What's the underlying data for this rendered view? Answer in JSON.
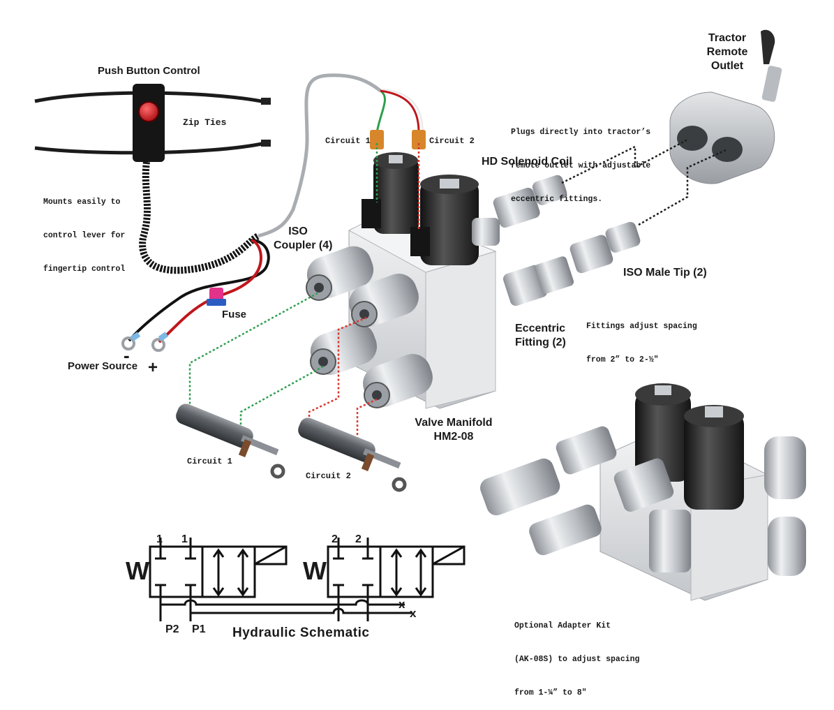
{
  "labels": {
    "push_button": "Push Button Control",
    "zip_ties": "Zip Ties",
    "mounts_note": [
      "Mounts easily to",
      "control lever for",
      "fingertip control"
    ],
    "fuse": "Fuse",
    "power_source": "Power Source",
    "minus": "-",
    "plus": "+",
    "circuit1_connector": "Circuit 1",
    "circuit2_connector": "Circuit 2",
    "hd_solenoid": "HD Solenoid Coil",
    "iso_coupler": [
      "ISO",
      "Coupler (4)"
    ],
    "tractor_outlet": [
      "Tractor",
      "Remote",
      "Outlet"
    ],
    "plugs_note": [
      "Plugs directly into tractor’s",
      "remote outlet with adjustable",
      "eccentric fittings."
    ],
    "iso_male_tip": "ISO Male Tip (2)",
    "fittings_note": [
      "Fittings adjust spacing",
      "from 2” to 2-½\""
    ],
    "eccentric_fitting": [
      "Eccentric",
      "Fitting (2)"
    ],
    "valve_manifold": [
      "Valve Manifold",
      "HM2-08"
    ],
    "cylinder1": "Circuit 1",
    "cylinder2": "Circuit 2",
    "adapter_note": [
      "Optional Adapter Kit",
      "(AK-08S) to adjust spacing",
      "from 1-¼” to 8\""
    ]
  },
  "schematic": {
    "title": "Hydraulic Schematic",
    "valve1_letter": "W",
    "valve2_letter": "W",
    "valve1_ports": [
      "1",
      "1"
    ],
    "valve2_ports": [
      "2",
      "2"
    ],
    "p2": "P2",
    "p1": "P1",
    "x1": "x",
    "x2": "x"
  },
  "colors": {
    "circuit1_line": "#2e9e4f",
    "circuit2_line": "#d9352b",
    "button_red": "#d8141c",
    "fuse": "#e2328a",
    "metal": "#c8cbcf",
    "coil": "#2b2b2b"
  }
}
